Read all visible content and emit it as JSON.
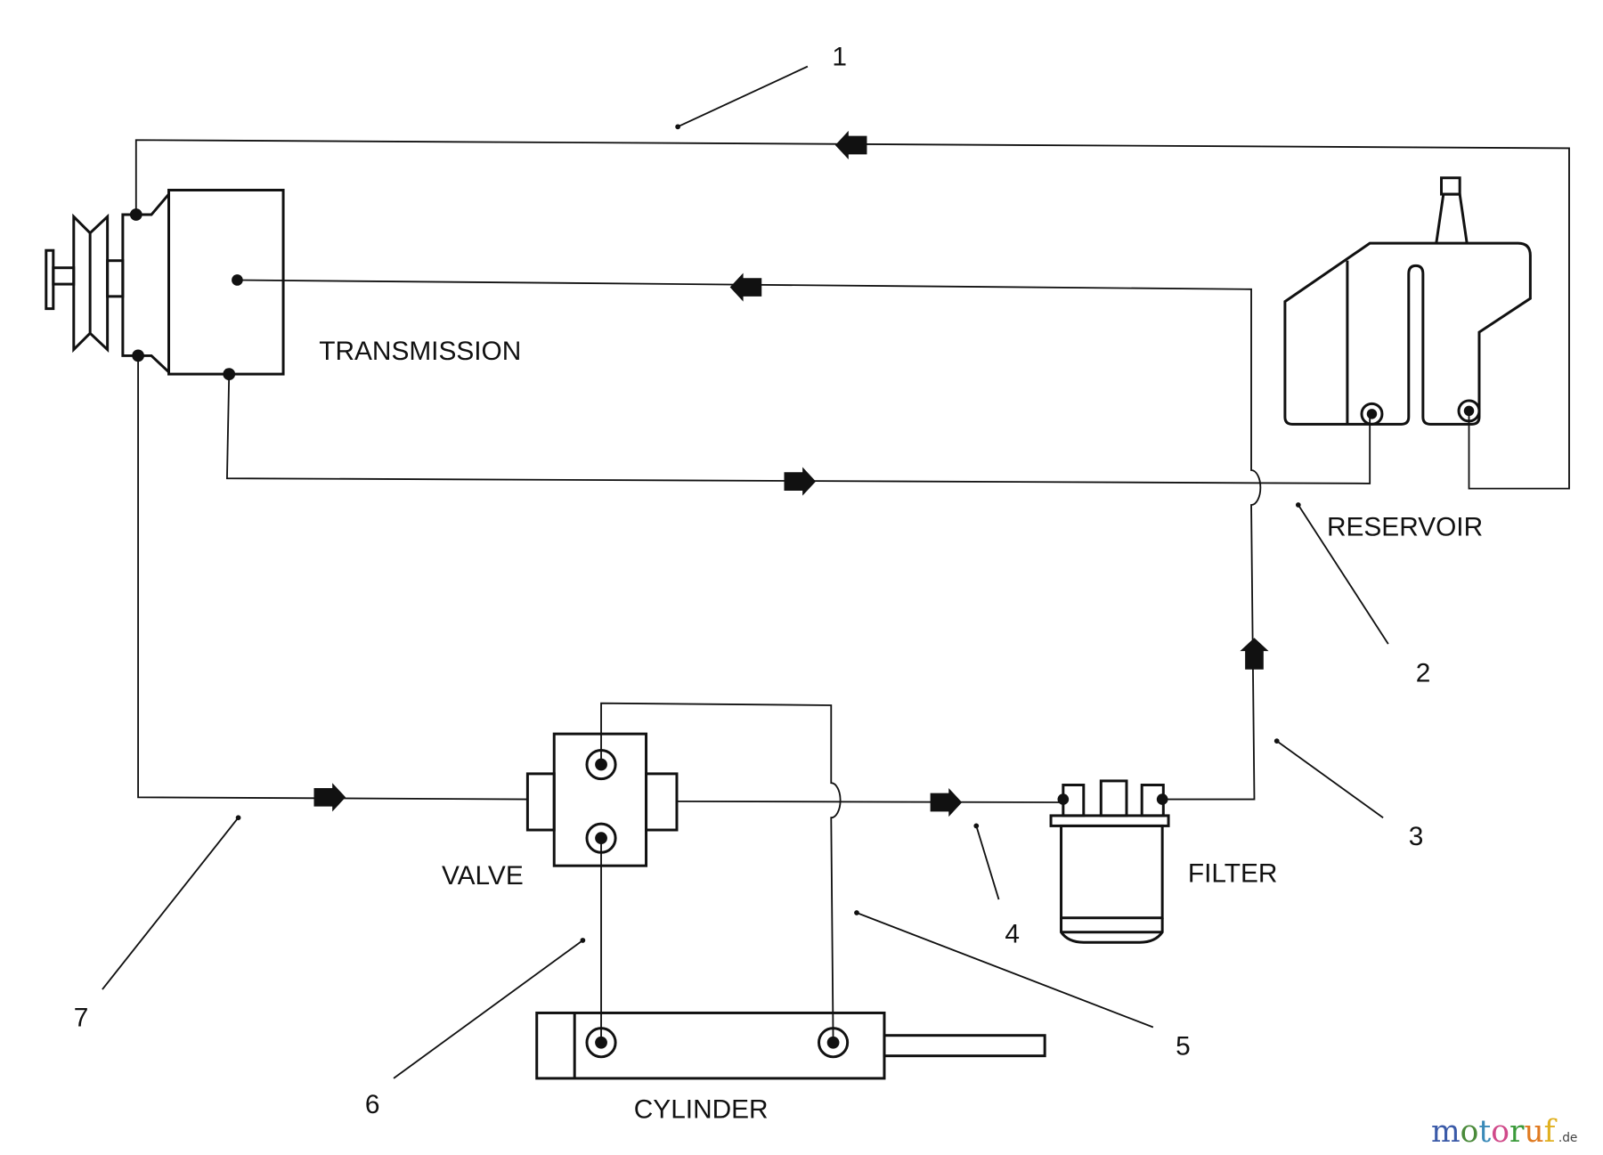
{
  "labels": {
    "transmission": "TRANSMISSION",
    "reservoir": "RESERVOIR",
    "valve": "VALVE",
    "filter": "FILTER",
    "cylinder": "CYLINDER"
  },
  "callouts": [
    "1",
    "2",
    "3",
    "4",
    "5",
    "6",
    "7"
  ],
  "watermark": {
    "text": "motoruf",
    "suffix": ".de"
  },
  "colors": {
    "line": "#111111",
    "background": "#ffffff"
  }
}
